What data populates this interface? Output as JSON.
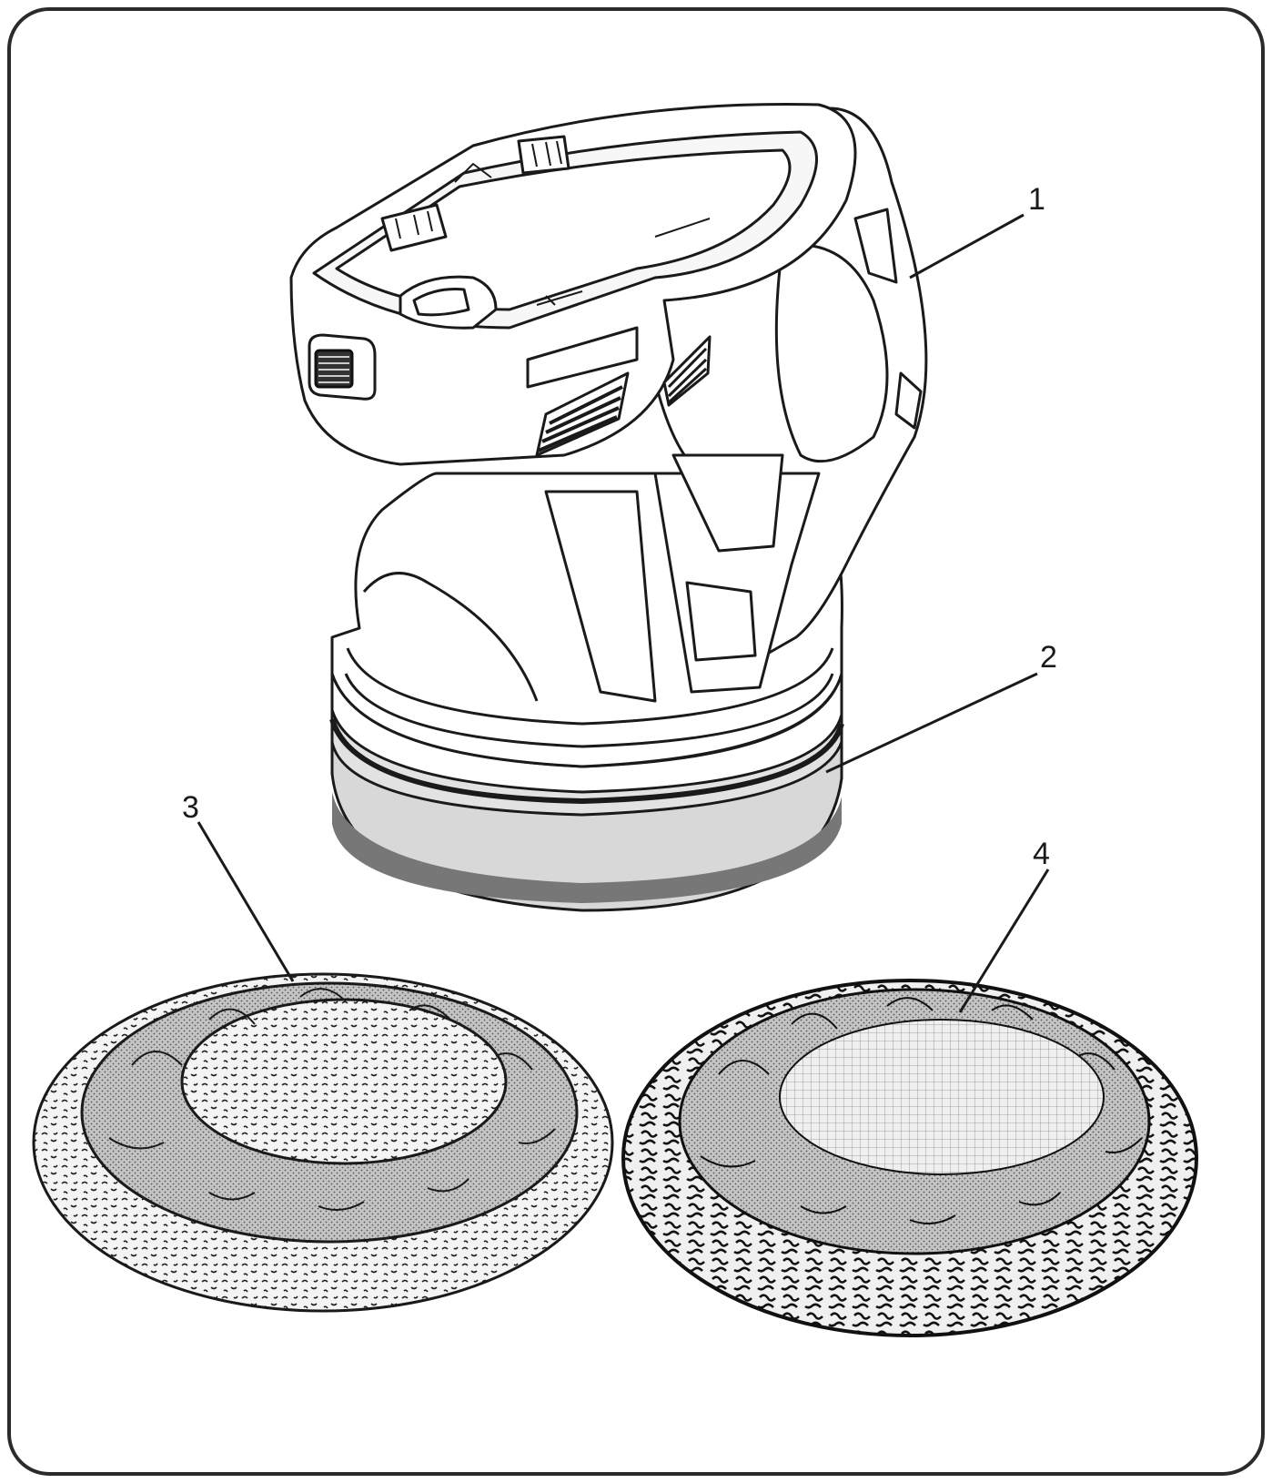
{
  "callouts": {
    "c1": "1",
    "c2": "2",
    "c3": "3",
    "c4": "4"
  },
  "colors": {
    "ink": "#1a1a1a",
    "frame": "#2b2b2b",
    "band_dark": "#777777",
    "band_light": "#d4d4d4",
    "fabric": "#bdbdbd",
    "pad_inner": "#ececec"
  }
}
